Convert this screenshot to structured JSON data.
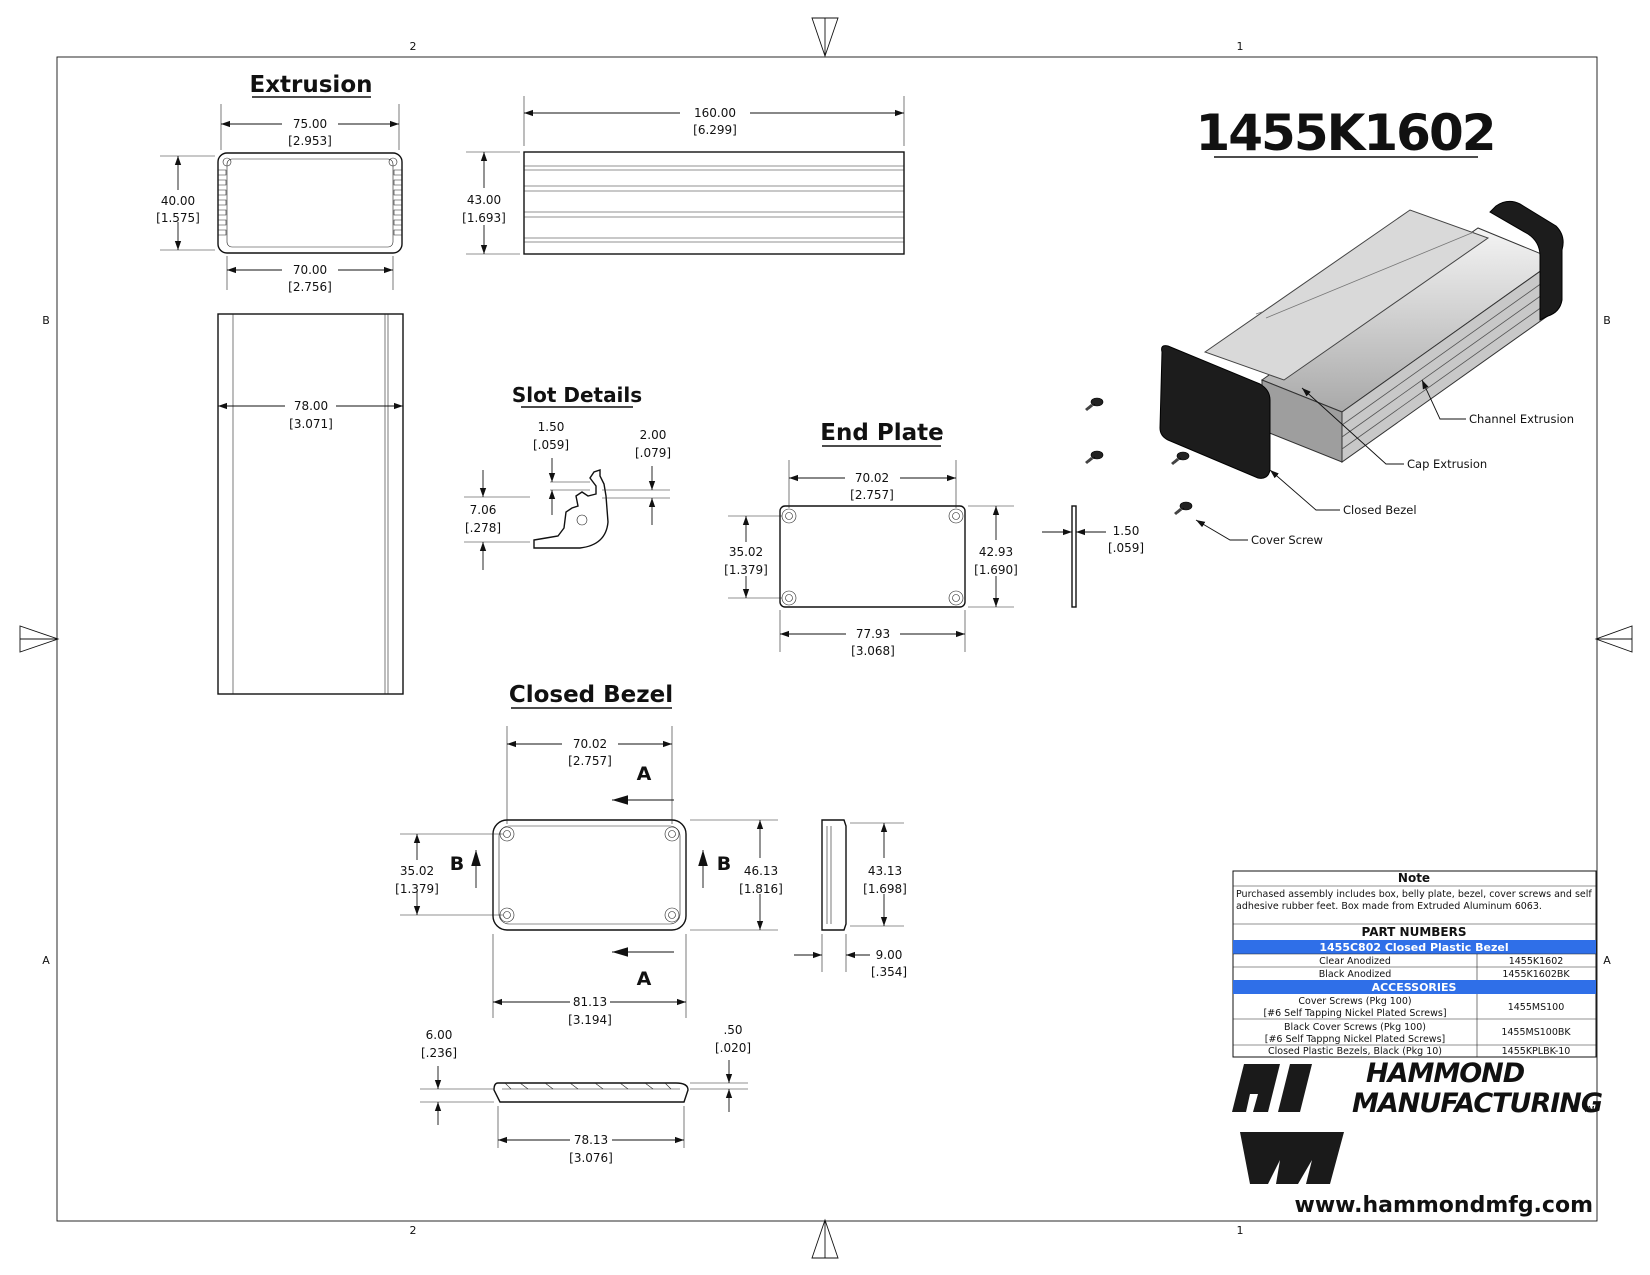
{
  "drawing": {
    "part_number": "1455K1602",
    "zone_cols": [
      "2",
      "1"
    ],
    "zone_rows": [
      "B",
      "A"
    ]
  },
  "views": {
    "extrusion": {
      "title": "Extrusion",
      "dim_width_top": "75.00",
      "dim_width_top_in": "[2.953]",
      "dim_height": "40.00",
      "dim_height_in": "[1.575]",
      "dim_width_bottom": "70.00",
      "dim_width_bottom_in": "[2.756]",
      "dim_plate_width": "78.00",
      "dim_plate_width_in": "[3.071]"
    },
    "side": {
      "dim_length": "160.00",
      "dim_length_in": "[6.299]",
      "dim_height": "43.00",
      "dim_height_in": "[1.693]"
    },
    "slot_details": {
      "title": "Slot Details",
      "dim_a": "1.50",
      "dim_a_in": "[.059]",
      "dim_b": "2.00",
      "dim_b_in": "[.079]",
      "dim_c": "7.06",
      "dim_c_in": "[.278]"
    },
    "end_plate": {
      "title": "End Plate",
      "dim_hole_width": "70.02",
      "dim_hole_width_in": "[2.757]",
      "dim_hole_height": "35.02",
      "dim_hole_height_in": "[1.379]",
      "dim_height": "42.93",
      "dim_height_in": "[1.690]",
      "dim_width": "77.93",
      "dim_width_in": "[3.068]",
      "dim_thickness": "1.50",
      "dim_thickness_in": "[.059]"
    },
    "closed_bezel": {
      "title": "Closed Bezel",
      "dim_hole_width": "70.02",
      "dim_hole_width_in": "[2.757]",
      "dim_hole_height": "35.02",
      "dim_hole_height_in": "[1.379]",
      "dim_height": "46.13",
      "dim_height_in": "[1.816]",
      "dim_inner_height": "43.13",
      "dim_inner_height_in": "[1.698]",
      "dim_depth": "9.00",
      "dim_depth_in": "[.354]",
      "dim_width": "81.13",
      "dim_width_in": "[3.194]",
      "dim_lip": "6.00",
      "dim_lip_in": "[.236]",
      "dim_wall": ".50",
      "dim_wall_in": "[.020]",
      "dim_inner_width": "78.13",
      "dim_inner_width_in": "[3.076]",
      "section_a": "A",
      "section_b": "B"
    }
  },
  "callouts": {
    "channel": "Channel Extrusion",
    "cap": "Cap Extrusion",
    "bezel": "Closed Bezel",
    "screw": "Cover Screw"
  },
  "title_block": {
    "note_header": "Note",
    "note_line1": "Purchased assembly includes box, belly plate, bezel, cover screws and self",
    "note_line2": "adhesive rubber feet. Box made from Extruded Aluminum 6063.",
    "parts_header": "PART NUMBERS",
    "bezel_header": "1455C802 Closed Plastic Bezel",
    "rows": [
      {
        "desc": "Clear Anodized",
        "pn": "1455K1602"
      },
      {
        "desc": "Black Anodized",
        "pn": "1455K1602BK"
      }
    ],
    "accessories_header": "ACCESSORIES",
    "accessories": [
      {
        "desc1": "Cover Screws (Pkg 100)",
        "desc2": "[#6 Self Tapping Nickel Plated Screws]",
        "pn": "1455MS100"
      },
      {
        "desc1": "Black Cover Screws (Pkg 100)",
        "desc2": "[#6 Self Tappng Nickel Plated Screws]",
        "pn": "1455MS100BK"
      },
      {
        "desc1": "Closed Plastic Bezels, Black (Pkg 10)",
        "desc2": "",
        "pn": "1455KPLBK-10"
      }
    ]
  },
  "company": {
    "name1": "HAMMOND",
    "name2": "MANUFACTURING",
    "tm": "TM",
    "url": "www.hammondmfg.com"
  },
  "colors": {
    "band": "#2f6fe8",
    "ink": "#111111",
    "bezel_fill": "#1c1c1c"
  }
}
